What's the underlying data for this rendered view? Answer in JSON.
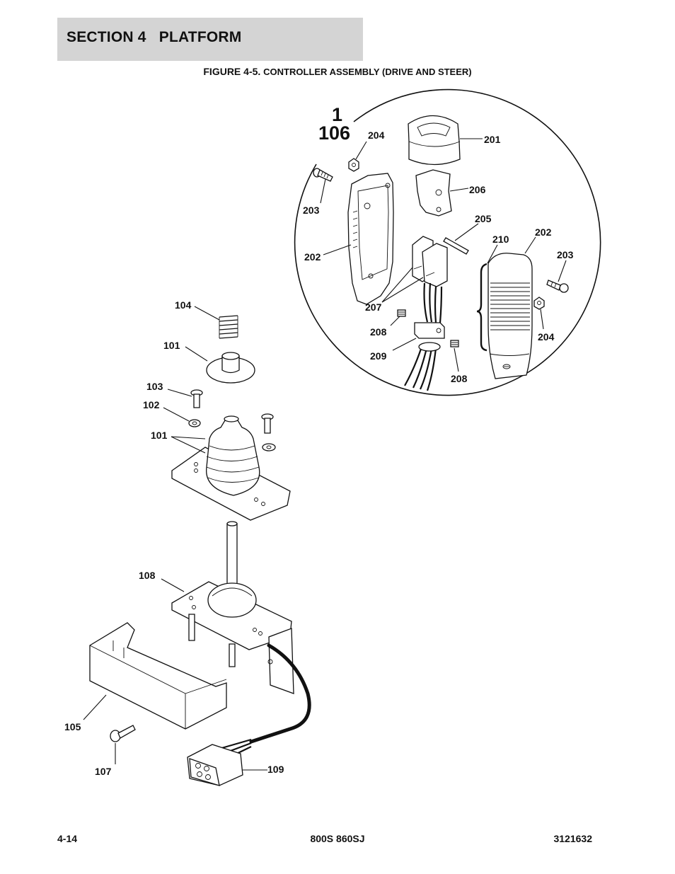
{
  "header": {
    "section_label": "SECTION 4   PLATFORM"
  },
  "figure": {
    "number": "FIGURE 4-5.",
    "title": "CONTROLLER ASSEMBLY (DRIVE AND STEER)"
  },
  "detail_view": {
    "ref_top": "1",
    "ref_bottom": "106"
  },
  "callouts": {
    "c201": "201",
    "c202a": "202",
    "c202b": "202",
    "c203a": "203",
    "c203b": "203",
    "c204a": "204",
    "c204b": "204",
    "c205": "205",
    "c206": "206",
    "c207": "207",
    "c208a": "208",
    "c208b": "208",
    "c209": "209",
    "c210": "210",
    "c101a": "101",
    "c101b": "101",
    "c102": "102",
    "c103": "103",
    "c104": "104",
    "c105": "105",
    "c107": "107",
    "c108": "108",
    "c109": "109"
  },
  "footer": {
    "page_number": "4-14",
    "model": "800S 860SJ",
    "doc_number": "3121632"
  }
}
